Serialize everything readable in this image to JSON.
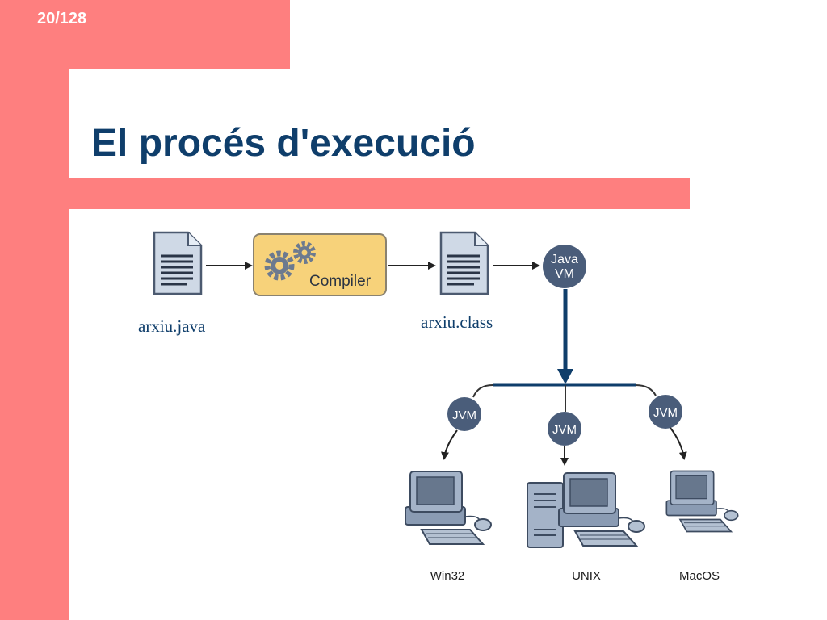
{
  "page": {
    "number": "20/128"
  },
  "slide": {
    "title": "El procés d'execució"
  },
  "diagram": {
    "source_file": "arxiu.java",
    "compiler_label": "Compiler",
    "class_file": "arxiu.class",
    "java_vm_line1": "Java",
    "java_vm_line2": "VM",
    "jvm_label": "JVM",
    "platforms": [
      "Win32",
      "UNIX",
      "MacOS"
    ]
  },
  "colors": {
    "accent": "#fe7f7f",
    "title": "#0f3e6b",
    "node": "#4a5d7a",
    "compiler": "#f7d27a",
    "computer": "#95a6bc"
  }
}
